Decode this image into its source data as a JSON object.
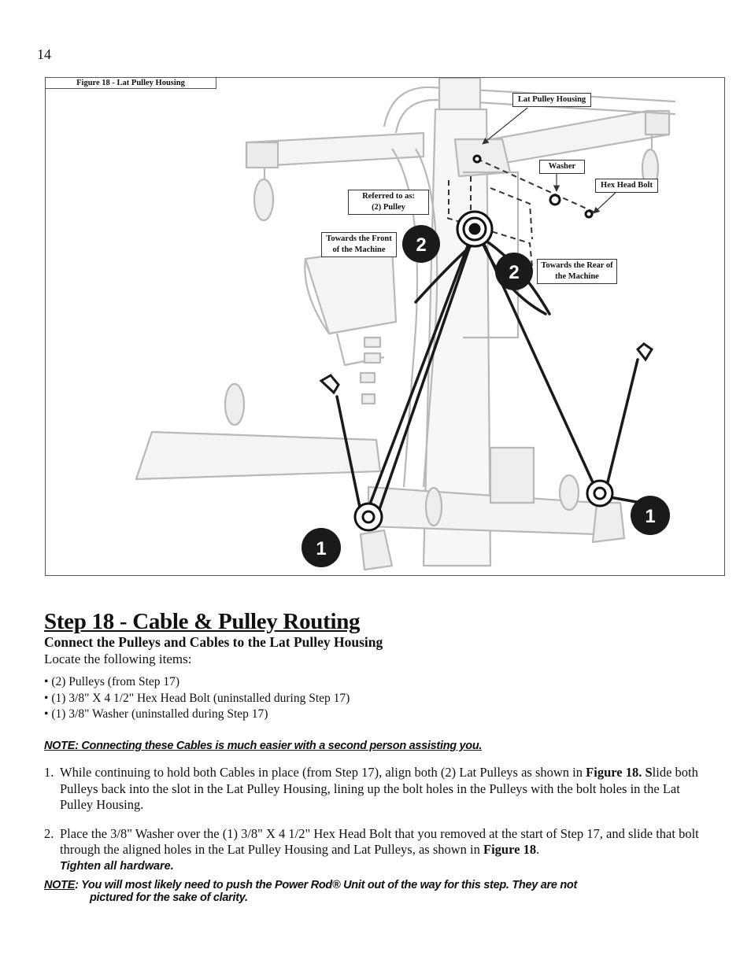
{
  "page": {
    "number": "14"
  },
  "figure": {
    "caption": "Figure 18 - Lat Pulley Housing",
    "callouts": {
      "lat_pulley_housing": "Lat Pulley Housing",
      "washer": "Washer",
      "hex_head_bolt": "Hex Head Bolt",
      "referred_to_as_line1": "Referred to as:",
      "referred_to_as_line2": "(2) Pulley",
      "towards_front_line1": "Towards the Front",
      "towards_front_line2": "of the Machine",
      "towards_rear_line1": "Towards the Rear of",
      "towards_rear_line2": "the Machine"
    },
    "markers": {
      "one": "1",
      "two": "2"
    }
  },
  "step": {
    "title": "Step 18 - Cable & Pulley Routing",
    "subheading": "Connect the Pulleys and Cables to the Lat Pulley Housing",
    "intro": "Locate the following items:",
    "items": [
      "(2) Pulleys (from Step 17)",
      "(1) 3/8\" X 4 1/2\" Hex Head Bolt (uninstalled during Step 17)",
      "(1) 3/8\" Washer (uninstalled during Step 17)"
    ],
    "note1": "NOTE: Connecting these Cables is much easier with a second person assisting you.",
    "instructions": [
      {
        "num": "1.",
        "t1": "While continuing to hold both Cables in place (from Step 17), align both (2) Lat Pulleys as shown in ",
        "b1": "Figure 18.",
        "t2": " ",
        "b2": "S",
        "t3": "lide both Pulleys back into the slot in the Lat Pulley Housing, lining up the bolt holes in the Pulleys with the bolt holes in the Lat Pulley Housing."
      },
      {
        "num": "2.",
        "t1": "Place the 3/8\" Washer over the (1) 3/8\" X 4 1/2\" Hex Head Bolt that you removed at the start of Step 17, and slide that bolt through the aligned holes in the Lat Pulley Housing and Lat Pulleys, as shown in ",
        "b1": "Figure 18",
        "t2": ".",
        "emph": "Tighten all hardware."
      }
    ],
    "note2": {
      "label": "NOTE",
      "line1": ": You will most likely need to push the Power Rod® Unit out of the way for this step. They are not",
      "line2": "pictured for the sake of clarity."
    }
  }
}
